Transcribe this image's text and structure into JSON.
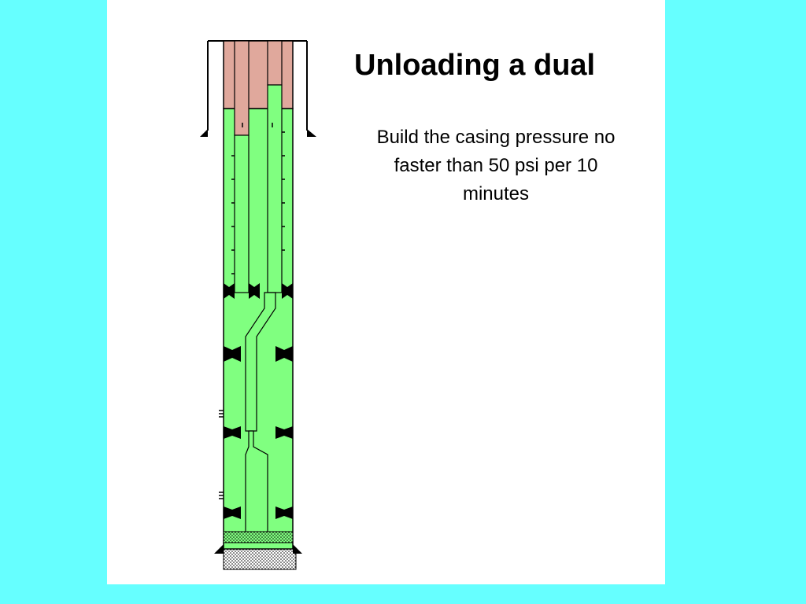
{
  "slide": {
    "title": "Unloading a dual",
    "body_lines": [
      "Build the casing pressure no",
      "faster than 50 psi per 10",
      "minutes"
    ]
  },
  "colors": {
    "background": "#66ffff",
    "slide": "#ffffff",
    "liquid": "#80ff80",
    "gas": "#e0a89c",
    "outline": "#000000"
  }
}
